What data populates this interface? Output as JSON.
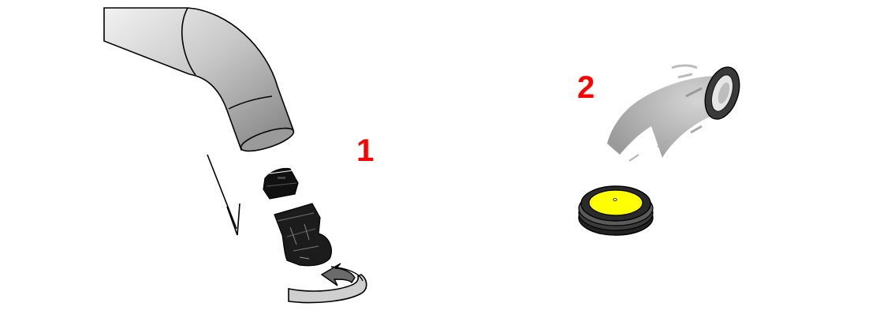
{
  "steps": [
    {
      "label": "1",
      "color": "#ff0000"
    },
    {
      "label": "2",
      "color": "#ff0000"
    }
  ],
  "colors": {
    "pipe_light": "#e4e4e4",
    "pipe_mid": "#b8b8b8",
    "pipe_dark": "#8a8a8a",
    "aerator_part": "#1a1a1a",
    "seal_yellow": "#ffff00",
    "water_gray": "#9a9a9a",
    "rotation_arrow": "#c8c8c8",
    "outline": "#000000"
  },
  "icons": [
    "faucet-spout",
    "aerator-insert",
    "aerator-housing",
    "rotation-arrow",
    "direction-arrow",
    "water-stream",
    "rubber-seal"
  ]
}
